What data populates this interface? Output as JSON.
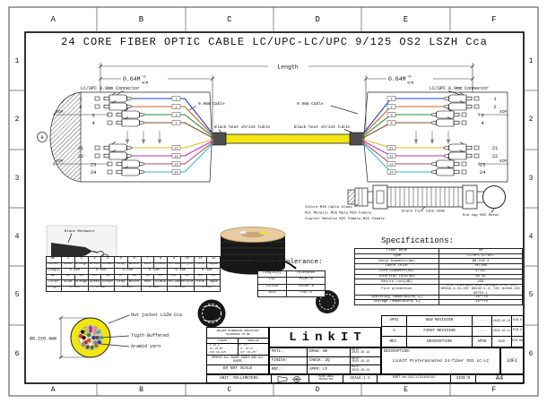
{
  "sheet": {
    "title": "24 CORE FIBER OPTIC CABLE LC/UPC-LC/UPC 9/125 OS2 LSZH Cca",
    "zone_cols": [
      "A",
      "B",
      "C",
      "D",
      "E",
      "F"
    ],
    "zone_rows": [
      "1",
      "2",
      "3",
      "4",
      "5",
      "6"
    ]
  },
  "assembly": {
    "length_label": "Length",
    "dim_value": "0.64M",
    "dim_plus": "+5",
    "dim_minus": "0CM",
    "connector_label": "LC/UPC 0.9mm Connector",
    "cable_label": "0.9mm Cable",
    "shrink_label": "Black heat shrink tuble",
    "stagger_dim": "4CM",
    "balloon": "B",
    "cable_hex": "#f2e612",
    "top_fibers": [
      {
        "no": "1",
        "hex": "#2038c8"
      },
      {
        "no": "2",
        "hex": "#c8641d"
      },
      {
        "no": "3",
        "hex": "#1e8f38"
      },
      {
        "no": "4",
        "hex": "#7c4b20"
      }
    ],
    "bottom_fibers": [
      {
        "no": "21",
        "hex": "#d2c318"
      },
      {
        "no": "22",
        "hex": "#bd2fbd"
      },
      {
        "no": "23",
        "hex": "#bb4a5e"
      },
      {
        "no": "24",
        "hex": "#2abec8"
      }
    ]
  },
  "meshwork": {
    "label": "Black Meshwork",
    "ring_label": "Pulling ring"
  },
  "flex_tube": {
    "gland_lines": [
      "24Core M20 Cable Gland",
      "Nut Metalic M25 Male-M20 Female",
      "Coupler Metalic M25 Female-M25 Female"
    ],
    "tube_label": "Black flex tube-23mm",
    "cap_label": "End cap M25 Metal"
  },
  "specifications": {
    "heading": "Specifications:",
    "rows": [
      {
        "label": "Fiber Mode",
        "value": "SM"
      },
      {
        "label": "Type",
        "value": "LC/UPC-LC/UPC"
      },
      {
        "label": "Cable Diameter(mm)",
        "value": "Ø8.2±0.4"
      },
      {
        "label": "Cable Color",
        "value": "Yellow"
      },
      {
        "label": "Core Diameter(um)",
        "value": "9/125"
      },
      {
        "label": "Insertion Loss(dB)",
        "value": "≤0.35"
      },
      {
        "label": "Return Loss(dB)",
        "value": "≥50"
      },
      {
        "label": "Fire prevention",
        "value": "Fire retardant and halogen-free IEC 60332-3-24,IEC 60332-1-2, IEC 61034,IEC 60754-1"
      },
      {
        "label": "Operating Temperature(℃)",
        "value": "-20~+70"
      },
      {
        "label": "Storage Temperature(℃)",
        "value": "-20~+70"
      }
    ]
  },
  "color_table": {
    "labels": [
      "No.",
      "Color",
      "Length"
    ],
    "no_top": [
      "1",
      "2",
      "3",
      "4",
      "5",
      "6",
      "7",
      "8",
      "9",
      "10",
      "11",
      "12"
    ],
    "colors": [
      "Blue",
      "Orange",
      "Green",
      "Brown",
      "Gray",
      "White",
      "Red",
      "Black",
      "Yellow",
      "Purple",
      "Pink",
      "Aqua"
    ],
    "len_top": [
      "0.64M",
      "0.60M",
      "0.56M",
      "0.52M",
      "0.48M",
      "0.44M"
    ],
    "no_bottom": [
      "13",
      "14",
      "15",
      "16",
      "17",
      "18",
      "19",
      "20",
      "21",
      "22",
      "23",
      "24"
    ],
    "len_bottom": [
      "0.40M",
      "0.36M",
      "0.32M",
      "0.28M",
      "0.24M",
      "0.20M"
    ]
  },
  "length_tolerance": {
    "heading": "Length Tolerance:",
    "headers": [
      "Length(M)",
      "Tolerance"
    ],
    "rows": [
      [
        "L≤1",
        "+5CM/-0"
      ],
      [
        "1<L≤10",
        "+10CM/-0"
      ],
      [
        "10<L",
        "+1%/-0"
      ]
    ]
  },
  "cross_section": {
    "dim": "Ø8.2±0.4mm",
    "jacket_label": "Out jacket LSZH Cca",
    "buffer_label": "Tigth Buffered",
    "aramid_label": "Aramid yarn",
    "jacket_hex": "#f2e612",
    "inner_hex": "#e7d9ad",
    "dot_colors": [
      "#2038c8",
      "#c8641d",
      "#1e8f38",
      "#7c4b20",
      "#8c8c8c",
      "#ffffff",
      "#e32222",
      "#141414",
      "#e0d020",
      "#bd2fbd",
      "#e890a8",
      "#2abec8"
    ]
  },
  "title_block": {
    "tolerance_note_1": "UNLESS OTHERWISE SPECIFIED",
    "tolerance_note_2": "TOLERANCE TO BE",
    "linear": "LINEAR",
    "angular": "ANGULAR",
    "linear_rows": [
      ".X ±0.4",
      ".XX ±0.25",
      ".XXX ±0.125"
    ],
    "angular_rows": [
      "X° ±1°",
      ".X° ±0.5°",
      ".XX° ±0.25°"
    ],
    "remove_note": "REMOVE ALL SHARP EDGES AND ALL BURRS",
    "do_not_scale": "DO NOT SCALE",
    "unit": "UNIT: MILLIMETERS",
    "logo": "LinkIT",
    "matl": "MATL:",
    "finish": "FINISH:",
    "ref": "REF.:",
    "draw": "DRAW: WK",
    "check": "CHECK: ZQ",
    "appr": "APPR: LF",
    "date": "DATE: 2023.10.13",
    "projection_1": "THIRD ANGLE",
    "projection_2": "PROJECTION",
    "scale": "SCALE:1:1",
    "part_no": "PART No:24LCLC23101101",
    "size": "SIZE:B",
    "sheet_size": "A4",
    "sheet_no": "1OF1",
    "revisions": [
      [
        "APO1",
        "NEW REVISION",
        "....",
        "2023.10.11",
        "ECN-#"
      ],
      [
        "A",
        "FIRST REVISION",
        "....",
        "2023.10.11",
        "ECN-#"
      ],
      [
        "REV.",
        "DESCRIPTION",
        "APVD",
        "DATE",
        "ECN No"
      ]
    ],
    "description_label": "DESCRIPTION:",
    "description": "LinkIT Preterminated 24-fiber OS2 LC-LC"
  }
}
